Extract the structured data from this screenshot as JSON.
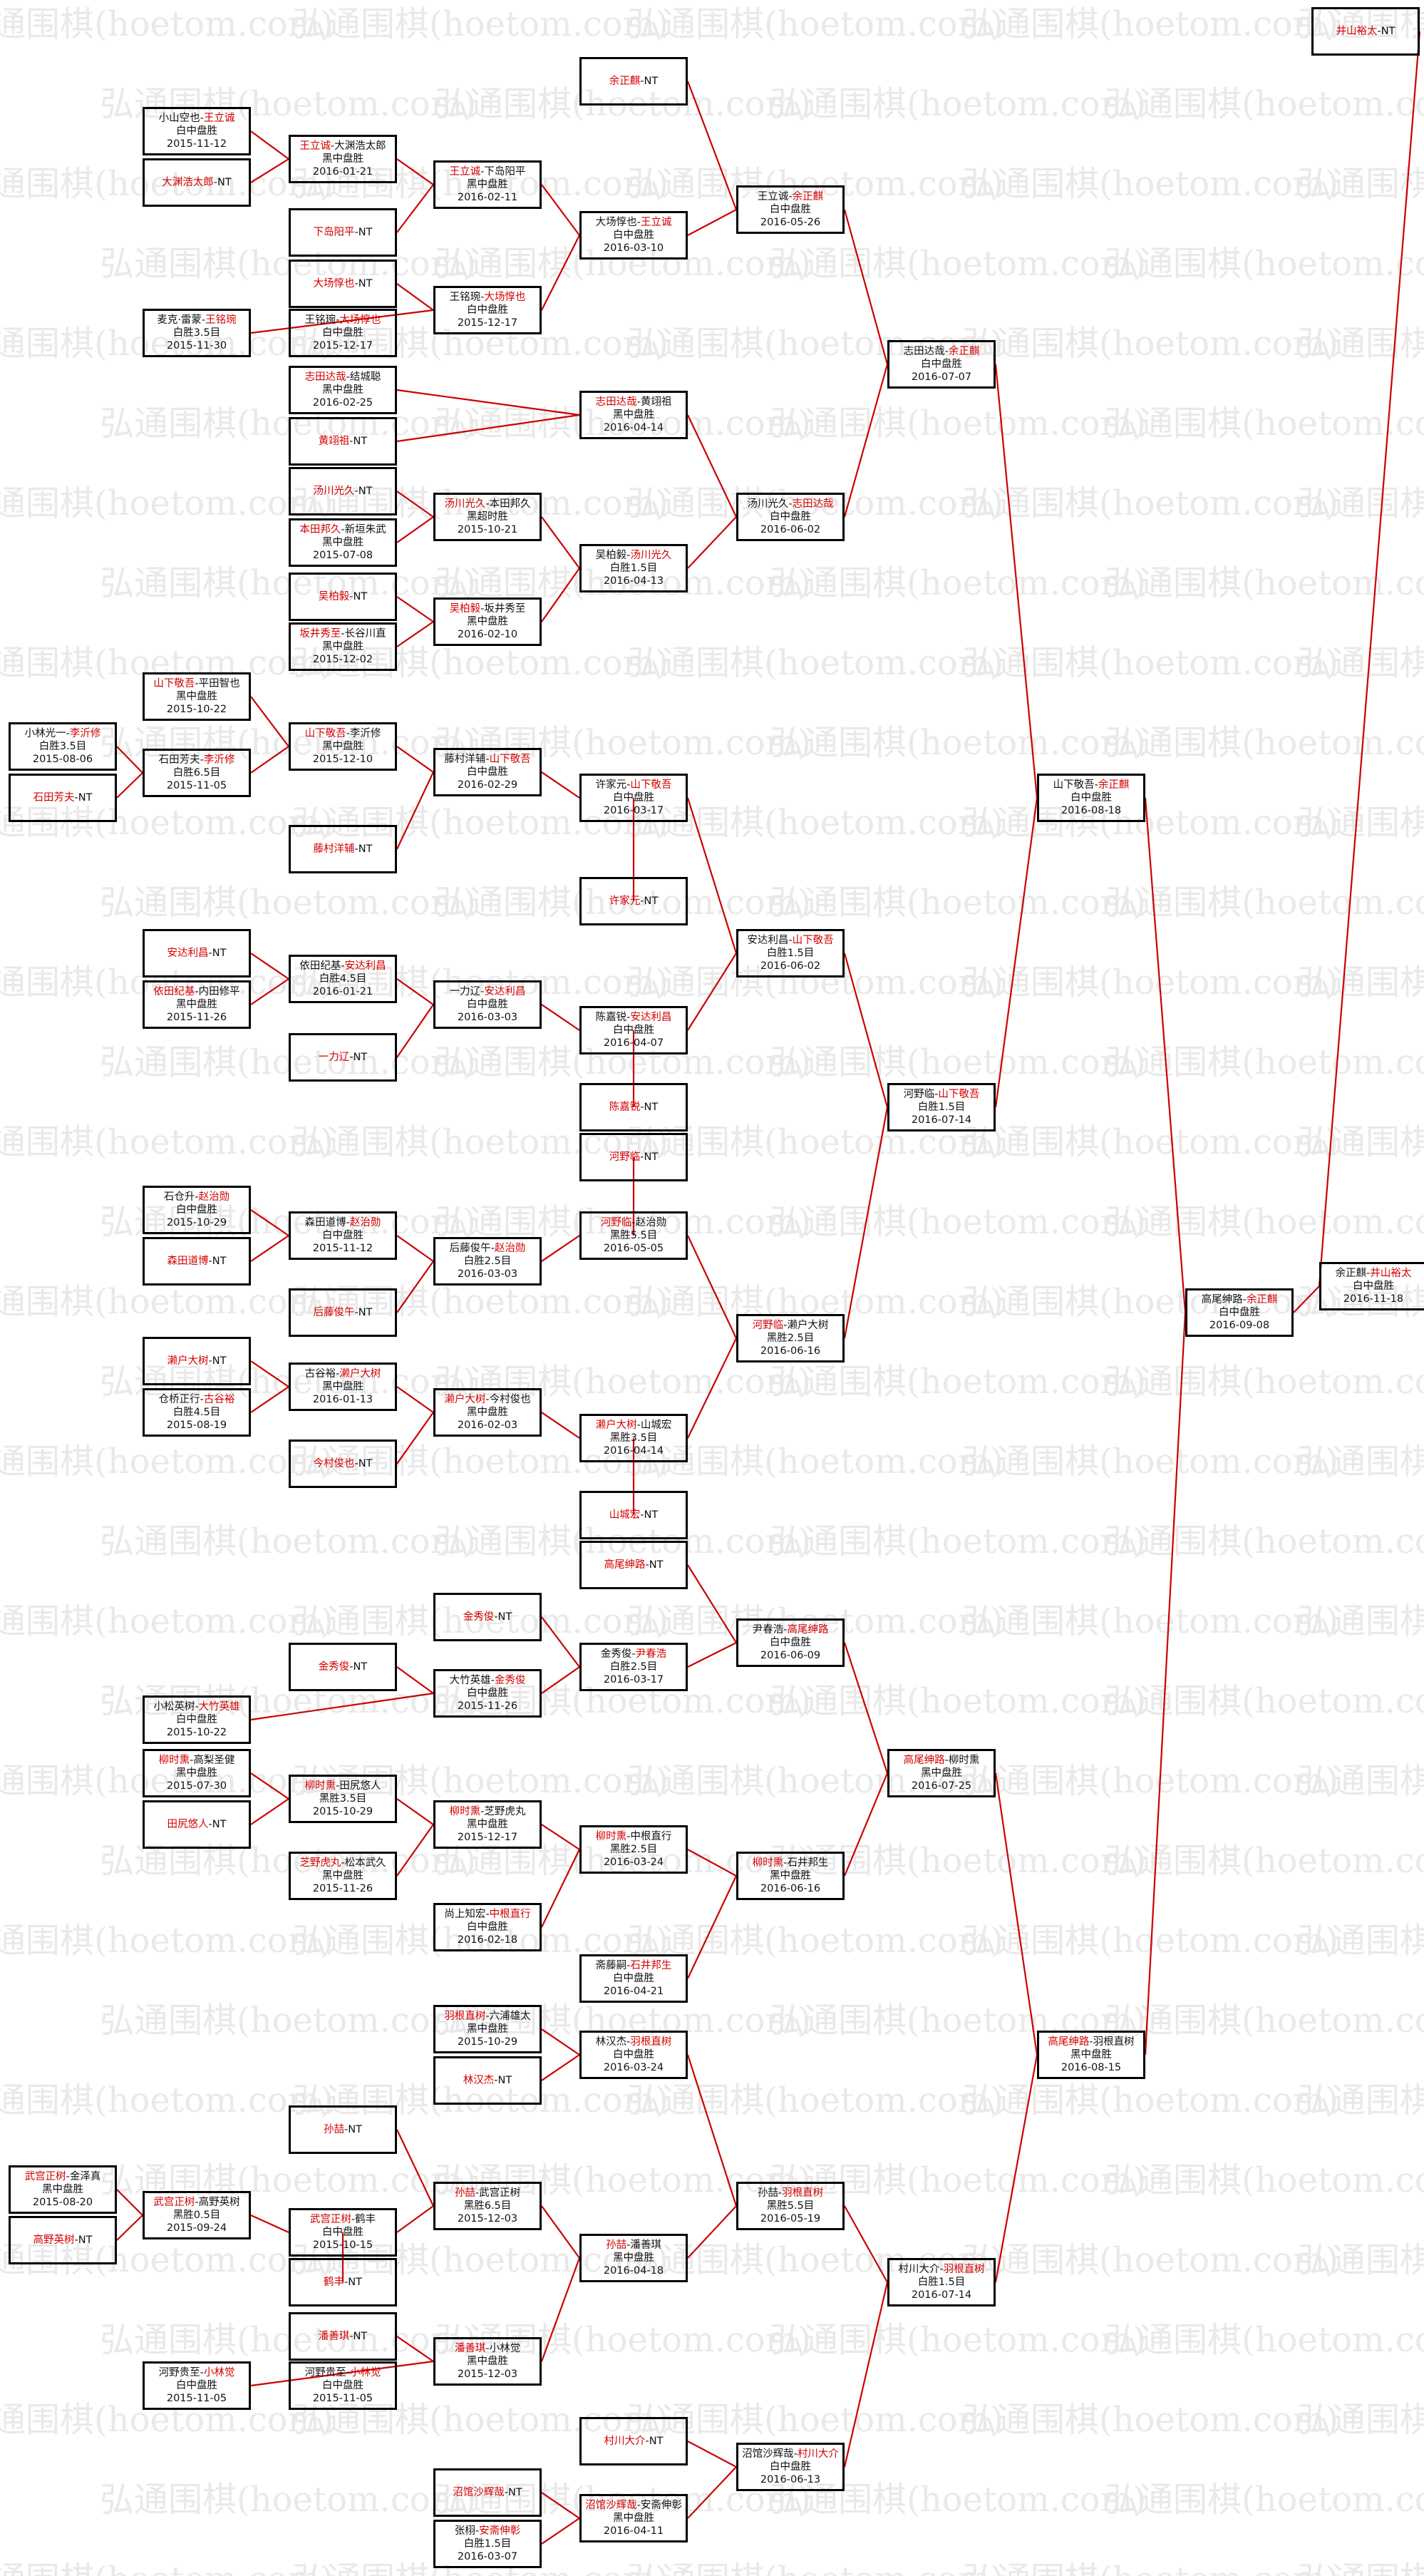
{
  "watermark": "弘通围棋(hoetom.com)",
  "colors": {
    "line": "#cc0000",
    "winner": "#d40000",
    "text": "#111111"
  },
  "matches": {
    "r1_01": {
      "p1": "小山空也",
      "p2": "王立诚",
      "w": 2,
      "result": "白中盘胜",
      "date": "2015-11-12"
    },
    "r1_02": {
      "p1": "大渊浩太郎",
      "p2": "",
      "w": 1,
      "result": "",
      "date": ""
    },
    "r1_03": {
      "p1": "麦克·雷蒙",
      "p2": "王铭琬",
      "w": 2,
      "result": "白胜3.5目",
      "date": "2015-11-30"
    },
    "r1_04": {
      "p1": "小林光一",
      "p2": "李沂修",
      "w": 2,
      "result": "白胜3.5目",
      "date": "2015-08-06"
    },
    "r1_05": {
      "p1": "石田芳夫",
      "p2": "",
      "w": 1,
      "result": "",
      "date": ""
    },
    "r1_06": {
      "p1": "石仓升",
      "p2": "赵治勋",
      "w": 2,
      "result": "白中盘胜",
      "date": "2015-10-29"
    },
    "r1_07": {
      "p1": "森田道博",
      "p2": "",
      "w": 1,
      "result": "",
      "date": ""
    },
    "r1_08": {
      "p1": "仓桥正行",
      "p2": "古谷裕",
      "w": 2,
      "result": "白胜4.5目",
      "date": "2015-08-19"
    },
    "r1_09": {
      "p1": "柳时熏",
      "p2": "高梨圣健",
      "w": 1,
      "result": "黑中盘胜",
      "date": "2015-07-30"
    },
    "r1_10": {
      "p1": "田尻悠人",
      "p2": "",
      "w": 1,
      "result": "",
      "date": ""
    },
    "r1_11": {
      "p1": "小松英树",
      "p2": "大竹英雄",
      "w": 2,
      "result": "白中盘胜",
      "date": "2015-10-22"
    },
    "r1_12": {
      "p1": "武宫正树",
      "p2": "金泽真",
      "w": 1,
      "result": "黑中盘胜",
      "date": "2015-08-20"
    },
    "r1_13": {
      "p1": "高野英树",
      "p2": "",
      "w": 1,
      "result": "",
      "date": ""
    },
    "r1_14": {
      "p1": "河野贵至",
      "p2": "小林觉",
      "w": 2,
      "result": "白中盘胜",
      "date": "2015-11-05"
    },
    "r2_01": {
      "p1": "王立诚",
      "p2": "大渊浩太郎",
      "w": 1,
      "result": "黑中盘胜",
      "date": "2016-01-21"
    },
    "r2_02": {
      "p1": "下岛阳平",
      "p2": "",
      "w": 1,
      "result": "",
      "date": ""
    },
    "r2_03": {
      "p1": "大场惇也",
      "p2": "",
      "w": 1,
      "result": "",
      "date": ""
    },
    "r2_04": {
      "p1": "王铭琬",
      "p2": "大场惇也",
      "w": 2,
      "result": "白中盘胜",
      "date": "2015-12-17"
    },
    "r2_05": {
      "p1": "志田达哉",
      "p2": "结城聪",
      "w": 1,
      "result": "黑中盘胜",
      "date": "2016-02-25"
    },
    "r2_06": {
      "p1": "黄翊祖",
      "p2": "",
      "w": 1,
      "result": "",
      "date": ""
    },
    "r2_07": {
      "p1": "汤川光久",
      "p2": "",
      "w": 1,
      "result": "",
      "date": ""
    },
    "r2_08": {
      "p1": "本田邦久",
      "p2": "新垣朱武",
      "w": 1,
      "result": "黑中盘胜",
      "date": "2015-07-08"
    },
    "r2_09": {
      "p1": "吴柏毅",
      "p2": "",
      "w": 1,
      "result": "",
      "date": ""
    },
    "r2_10": {
      "p1": "坂井秀至",
      "p2": "长谷川直",
      "w": 1,
      "result": "黑中盘胜",
      "date": "2015-12-02"
    },
    "r2_11": {
      "p1": "山下敬吾",
      "p2": "平田智也",
      "w": 1,
      "result": "黑中盘胜",
      "date": "2015-10-22"
    },
    "r2_12": {
      "p1": "石田芳夫",
      "p2": "李沂修",
      "w": 2,
      "result": "白胜6.5目",
      "date": "2015-11-05"
    },
    "r2_13": {
      "p1": "安达利昌",
      "p2": "",
      "w": 1,
      "result": "",
      "date": ""
    },
    "r2_14": {
      "p1": "依田纪基",
      "p2": "内田修平",
      "w": 1,
      "result": "黑中盘胜",
      "date": "2015-11-26"
    },
    "r2_15": {
      "p1": "森田道博",
      "p2": "赵治勋",
      "w": 2,
      "result": "白中盘胜",
      "date": "2015-11-12"
    },
    "r2_16": {
      "p1": "濑户大树",
      "p2": "",
      "w": 1,
      "result": "",
      "date": ""
    },
    "r2_17": {
      "p1": "古谷裕",
      "p2": "濑户大树",
      "w": 2,
      "result": "黑中盘胜",
      "date": "2016-01-13"
    },
    "r2_18": {
      "p1": "柳时熏",
      "p2": "田尻悠人",
      "w": 1,
      "result": "黑胜3.5目",
      "date": "2015-10-29"
    },
    "r2_19": {
      "p1": "芝野虎丸",
      "p2": "松本武久",
      "w": 1,
      "result": "黑中盘胜",
      "date": "2015-11-26"
    },
    "r2_20": {
      "p1": "金秀俊",
      "p2": "",
      "w": 1,
      "result": "",
      "date": ""
    },
    "r2_21": {
      "p1": "羽根直树",
      "p2": "六浦雄太",
      "w": 1,
      "result": "黑中盘胜",
      "date": "2015-10-29"
    },
    "r2_22": {
      "p1": "林汉杰",
      "p2": "",
      "w": 1,
      "result": "",
      "date": ""
    },
    "r2_23": {
      "p1": "孙喆",
      "p2": "",
      "w": 1,
      "result": "",
      "date": ""
    },
    "r2_24": {
      "p1": "武宫正树",
      "p2": "高野英树",
      "w": 1,
      "result": "黑胜0.5目",
      "date": "2015-09-24"
    },
    "r2_25": {
      "p1": "鹤丰",
      "p2": "",
      "w": 1,
      "result": "",
      "date": ""
    },
    "r2_26": {
      "p1": "潘善琪",
      "p2": "",
      "w": 1,
      "result": "",
      "date": ""
    },
    "r2_27": {
      "p1": "沼馆沙辉哉",
      "p2": "",
      "w": 1,
      "result": "",
      "date": ""
    },
    "r2_28": {
      "p1": "张栩",
      "p2": "安斋伸彰",
      "w": 2,
      "result": "白胜1.5目",
      "date": "2016-03-07"
    },
    "r3_01": {
      "p1": "王立诚",
      "p2": "下岛阳平",
      "w": 1,
      "result": "黑中盘胜",
      "date": "2016-02-11"
    },
    "r3_02": {
      "p1": "王铭琬",
      "p2": "大场惇也",
      "w": 2,
      "result": "白中盘胜",
      "date": "2015-12-17"
    },
    "r3_03": {
      "p1": "汤川光久",
      "p2": "本田邦久",
      "w": 1,
      "result": "黑超时胜",
      "date": "2015-10-21"
    },
    "r3_04": {
      "p1": "吴柏毅",
      "p2": "坂井秀至",
      "w": 1,
      "result": "黑中盘胜",
      "date": "2016-02-10"
    },
    "r3_05": {
      "p1": "山下敬吾",
      "p2": "李沂修",
      "w": 1,
      "result": "黑中盘胜",
      "date": "2015-12-10"
    },
    "r3_06": {
      "p1": "藤村洋辅",
      "p2": "",
      "w": 1,
      "result": "",
      "date": ""
    },
    "r3_07": {
      "p1": "依田纪基",
      "p2": "安达利昌",
      "w": 2,
      "result": "白胜4.5目",
      "date": "2016-01-21"
    },
    "r3_08": {
      "p1": "一力辽",
      "p2": "",
      "w": 1,
      "result": "",
      "date": ""
    },
    "r3_09": {
      "p1": "森田道博",
      "p2": "赵治勋",
      "w": 2,
      "result": "白中盘胜",
      "date": "2015-11-12"
    },
    "r3_10": {
      "p1": "后藤俊午",
      "p2": "",
      "w": 1,
      "result": "",
      "date": ""
    },
    "r3_11": {
      "p1": "古谷裕",
      "p2": "濑户大树",
      "w": 2,
      "result": "黑中盘胜",
      "date": "2016-01-13"
    },
    "r3_12": {
      "p1": "今村俊也",
      "p2": "",
      "w": 1,
      "result": "",
      "date": ""
    },
    "r3_13": {
      "p1": "金秀俊",
      "p2": "",
      "w": 1,
      "result": "",
      "date": ""
    },
    "r3_14": {
      "p1": "大竹英雄",
      "p2": "金秀俊",
      "w": 2,
      "result": "白中盘胜",
      "date": "2015-11-26"
    },
    "r3_15": {
      "p1": "柳时熏",
      "p2": "田尻悠人",
      "w": 1,
      "result": "黑胜3.5目",
      "date": "2015-10-29"
    },
    "r3_16": {
      "p1": "芝野虎丸",
      "p2": "松本武久",
      "w": 1,
      "result": "黑中盘胜",
      "date": "2015-11-26"
    },
    "r3_17": {
      "p1": "孙喆",
      "p2": "",
      "w": 1,
      "result": "",
      "date": ""
    },
    "r3_18": {
      "p1": "武宫正树",
      "p2": "鹤丰",
      "w": 1,
      "result": "白中盘胜",
      "date": "2015-10-15"
    },
    "r3_19": {
      "p1": "潘善琪",
      "p2": "",
      "w": 1,
      "result": "",
      "date": ""
    },
    "r3_20": {
      "p1": "河野贵至",
      "p2": "小林觉",
      "w": 2,
      "result": "白中盘胜",
      "date": "2015-11-05"
    },
    "r4_01": {
      "p1": "王立诚",
      "p2": "下岛阳平",
      "w": 1,
      "result": "黑中盘胜",
      "date": "2016-02-11"
    },
    "r4_02": {
      "p1": "王铭琬",
      "p2": "大场惇也",
      "w": 2,
      "result": "白中盘胜",
      "date": "2015-12-17"
    },
    "r4_03": {
      "p1": "汤川光久",
      "p2": "本田邦久",
      "w": 1,
      "result": "黑超时胜",
      "date": "2015-10-21"
    },
    "r4_04": {
      "p1": "吴柏毅",
      "p2": "坂井秀至",
      "w": 1,
      "result": "黑中盘胜",
      "date": "2016-02-10"
    },
    "r4_05": {
      "p1": "藤村洋辅",
      "p2": "山下敬吾",
      "w": 2,
      "result": "白中盘胜",
      "date": "2016-02-29"
    },
    "r4_06": {
      "p1": "一力辽",
      "p2": "安达利昌",
      "w": 2,
      "result": "白中盘胜",
      "date": "2016-03-03"
    },
    "r4_07": {
      "p1": "后藤俊午",
      "p2": "赵治勋",
      "w": 2,
      "result": "白胜2.5目",
      "date": "2016-03-03"
    },
    "r4_08": {
      "p1": "濑户大树",
      "p2": "今村俊也",
      "w": 1,
      "result": "黑中盘胜",
      "date": "2016-02-03"
    },
    "r4_09": {
      "p1": "尹春浩",
      "p2": "",
      "w": 1,
      "result": "",
      "date": ""
    },
    "r4_10": {
      "p1": "大竹英雄",
      "p2": "金秀俊",
      "w": 2,
      "result": "白中盘胜",
      "date": "2015-11-26"
    },
    "r4_11": {
      "p1": "柳时熏",
      "p2": "芝野虎丸",
      "w": 1,
      "result": "黑中盘胜",
      "date": "2015-12-17"
    },
    "r4_12": {
      "p1": "尚上知宏",
      "p2": "中根直行",
      "w": 2,
      "result": "白中盘胜",
      "date": "2016-02-18"
    },
    "r4_13": {
      "p1": "羽根直树",
      "p2": "六浦雄太",
      "w": 1,
      "result": "黑中盘胜",
      "date": "2015-10-29"
    },
    "r4_14": {
      "p1": "孙喆",
      "p2": "武宫正树",
      "w": 1,
      "result": "黑胜6.5目",
      "date": "2015-12-03"
    },
    "r4_15": {
      "p1": "潘善琪",
      "p2": "小林觉",
      "w": 1,
      "result": "黑中盘胜",
      "date": "2015-12-03"
    },
    "r4_16": {
      "p1": "沼馆沙辉哉",
      "p2": "",
      "w": 1,
      "result": "",
      "date": ""
    },
    "r5_01": {
      "p1": "余正麒",
      "p2": "",
      "w": 1,
      "result": "",
      "date": ""
    },
    "r5_02": {
      "p1": "大场惇也",
      "p2": "王立诚",
      "w": 2,
      "result": "白中盘胜",
      "date": "2016-03-10"
    },
    "r5_03": {
      "p1": "志田达哉",
      "p2": "黄翊祖",
      "w": 1,
      "result": "黑中盘胜",
      "date": "2016-04-14"
    },
    "r5_04": {
      "p1": "吴柏毅",
      "p2": "汤川光久",
      "w": 2,
      "result": "白胜1.5目",
      "date": "2016-04-13"
    },
    "r5_05": {
      "p1": "许家元",
      "p2": "山下敬吾",
      "w": 2,
      "result": "白中盘胜",
      "date": "2016-03-17"
    },
    "r5_06": {
      "p1": "许家元",
      "p2": "",
      "w": 1,
      "result": "",
      "date": ""
    },
    "r5_07": {
      "p1": "陈嘉锐",
      "p2": "安达利昌",
      "w": 2,
      "result": "白中盘胜",
      "date": "2016-04-07"
    },
    "r5_08": {
      "p1": "陈嘉锐",
      "p2": "",
      "w": 1,
      "result": "",
      "date": ""
    },
    "r5_09": {
      "p1": "河野临",
      "p2": "",
      "w": 1,
      "result": "",
      "date": ""
    },
    "r5_10": {
      "p1": "河野临",
      "p2": "赵治勋",
      "w": 1,
      "result": "黑胜5.5目",
      "date": "2016-05-05"
    },
    "r5_11": {
      "p1": "濑户大树",
      "p2": "山城宏",
      "w": 1,
      "result": "黑胜3.5目",
      "date": "2016-04-14"
    },
    "r5_12": {
      "p1": "山城宏",
      "p2": "",
      "w": 1,
      "result": "",
      "date": ""
    },
    "r5_13": {
      "p1": "高尾绅路",
      "p2": "",
      "w": 1,
      "result": "",
      "date": ""
    },
    "r5_14": {
      "p1": "金秀俊",
      "p2": "尹春浩",
      "w": 2,
      "result": "白胜2.5目",
      "date": "2016-03-17"
    },
    "r5_15": {
      "p1": "柳时熏",
      "p2": "中根直行",
      "w": 1,
      "result": "黑胜2.5目",
      "date": "2016-03-24"
    },
    "r5_16": {
      "p1": "斋藤嗣",
      "p2": "石井邦生",
      "w": 2,
      "result": "白中盘胜",
      "date": "2016-04-21"
    },
    "r5_17": {
      "p1": "林汉杰",
      "p2": "羽根直树",
      "w": 2,
      "result": "白中盘胜",
      "date": "2016-03-24"
    },
    "r5_18": {
      "p1": "孙喆",
      "p2": "潘善琪",
      "w": 1,
      "result": "黑中盘胜",
      "date": "2016-04-18"
    },
    "r5_19": {
      "p1": "村川大介",
      "p2": "",
      "w": 1,
      "result": "",
      "date": ""
    },
    "r5_20": {
      "p1": "沼馆沙辉哉",
      "p2": "安斋伸彰",
      "w": 1,
      "result": "黑中盘胜",
      "date": "2016-04-11"
    },
    "r6_01": {
      "p1": "王立诚",
      "p2": "余正麒",
      "w": 2,
      "result": "白中盘胜",
      "date": "2016-05-26"
    },
    "r6_02": {
      "p1": "汤川光久",
      "p2": "志田达哉",
      "w": 2,
      "result": "白中盘胜",
      "date": "2016-06-02"
    },
    "r6_03": {
      "p1": "安达利昌",
      "p2": "山下敬吾",
      "w": 2,
      "result": "白胜1.5目",
      "date": "2016-06-02"
    },
    "r6_04": {
      "p1": "河野临",
      "p2": "濑户大树",
      "w": 1,
      "result": "黑胜2.5目",
      "date": "2016-06-16"
    },
    "r6_05": {
      "p1": "尹春浩",
      "p2": "高尾绅路",
      "w": 2,
      "result": "白中盘胜",
      "date": "2016-06-09"
    },
    "r6_06": {
      "p1": "柳时熏",
      "p2": "石井邦生",
      "w": 1,
      "result": "黑中盘胜",
      "date": "2016-06-16"
    },
    "r6_07": {
      "p1": "孙喆",
      "p2": "羽根直树",
      "w": 2,
      "result": "黑胜5.5目",
      "date": "2016-05-19"
    },
    "r6_08": {
      "p1": "沼馆沙辉哉",
      "p2": "村川大介",
      "w": 2,
      "result": "白中盘胜",
      "date": "2016-06-13"
    },
    "r7_01": {
      "p1": "志田达哉",
      "p2": "余正麒",
      "w": 2,
      "result": "白中盘胜",
      "date": "2016-07-07"
    },
    "r7_02": {
      "p1": "河野临",
      "p2": "山下敬吾",
      "w": 2,
      "result": "白胜1.5目",
      "date": "2016-07-14"
    },
    "r7_03": {
      "p1": "高尾绅路",
      "p2": "柳时熏",
      "w": 1,
      "result": "黑中盘胜",
      "date": "2016-07-25"
    },
    "r7_04": {
      "p1": "村川大介",
      "p2": "羽根直树",
      "w": 2,
      "result": "白胜1.5目",
      "date": "2016-07-14"
    },
    "r8_01": {
      "p1": "山下敬吾",
      "p2": "余正麒",
      "w": 2,
      "result": "白中盘胜",
      "date": "2016-08-18"
    },
    "r8_02": {
      "p1": "高尾绅路",
      "p2": "羽根直树",
      "w": 1,
      "result": "黑中盘胜",
      "date": "2016-08-15"
    },
    "r9_01": {
      "p1": "高尾绅路",
      "p2": "余正麒",
      "w": 2,
      "result": "白中盘胜",
      "date": "2016-09-08"
    },
    "f_01": {
      "p1": "井山裕太",
      "p2": "",
      "w": 1,
      "result": "",
      "date": ""
    },
    "f_02": {
      "p1": "余正麒",
      "p2": "井山裕太",
      "w": 2,
      "result": "白中盘胜",
      "date": "2016-11-18"
    }
  }
}
